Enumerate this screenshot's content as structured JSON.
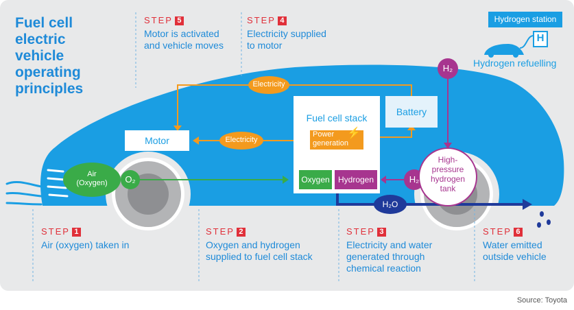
{
  "title": "Fuel cell electric vehicle operating principles",
  "steps": [
    {
      "label": "STEP",
      "num": "1",
      "desc": [
        "Air (oxygen) taken in"
      ]
    },
    {
      "label": "STEP",
      "num": "2",
      "desc": [
        "Oxygen and hydrogen",
        "supplied to fuel cell stack"
      ]
    },
    {
      "label": "STEP",
      "num": "3",
      "desc": [
        "Electricity and water",
        "generated through",
        "chemical reaction"
      ]
    },
    {
      "label": "STEP",
      "num": "4",
      "desc": [
        "Electricity supplied",
        "to motor"
      ]
    },
    {
      "label": "STEP",
      "num": "5",
      "desc": [
        "Motor is activated",
        "and vehicle moves"
      ]
    },
    {
      "label": "STEP",
      "num": "6",
      "desc": [
        "Water emitted",
        "outside vehicle"
      ]
    }
  ],
  "components": {
    "motor": "Motor",
    "battery": "Battery",
    "fuel_cell_stack": "Fuel cell stack",
    "power_generation": [
      "Power",
      "generation"
    ],
    "oxygen": "Oxygen",
    "hydrogen": "Hydrogen",
    "air": [
      "Air",
      "(Oxygen)"
    ],
    "o2": "O₂",
    "h2": "H₂",
    "h2o": "H₂O",
    "tank": [
      "High-",
      "pressure",
      "hydrogen",
      "tank"
    ],
    "electricity": "Electricity"
  },
  "station": {
    "label": "Hydrogen station",
    "refuel": "Hydrogen refuelling",
    "sign": "H"
  },
  "source": "Source: Toyota",
  "colors": {
    "car_blue": "#1a9ee3",
    "orange": "#f39a1e",
    "green": "#3aab48",
    "purple": "#a7358f",
    "navy": "#1f3a9a",
    "red": "#e0303a"
  }
}
